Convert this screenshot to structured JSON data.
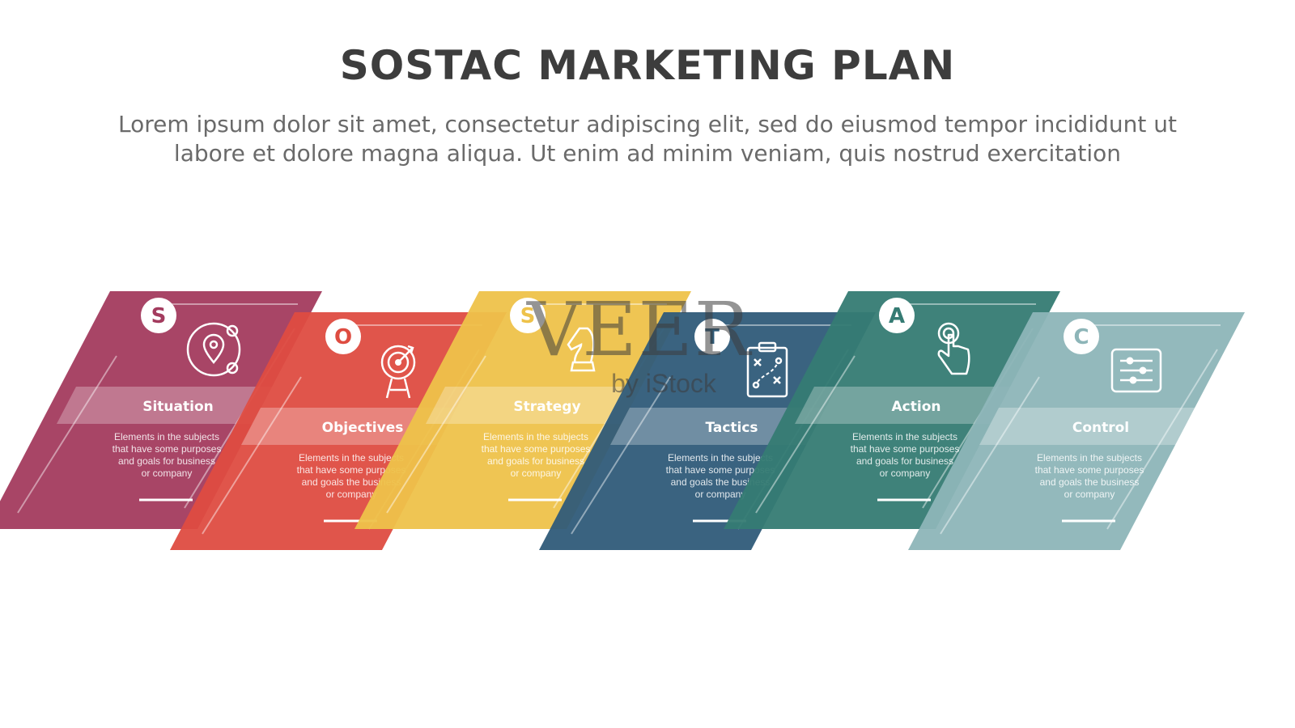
{
  "header": {
    "title": "SOSTAC MARKETING PLAN",
    "subtitle": "Lorem ipsum dolor sit amet, consectetur adipiscing elit, sed do eiusmod tempor incididunt ut labore et dolore magna aliqua. Ut enim ad minim veniam, quis nostrud exercitation"
  },
  "watermark": {
    "main": "VEER",
    "sub": "by iStock"
  },
  "steps": [
    {
      "letter": "S",
      "title": "Situation",
      "desc": [
        "Elements in the subjects",
        "that have some purposes",
        "and goals for business",
        "or company"
      ],
      "color": "#a33b5e",
      "icon": "location-pin-orbit-icon"
    },
    {
      "letter": "O",
      "title": "Objectives",
      "desc": [
        "Elements in the subjects",
        "that have some purposes",
        "and goals the  business",
        "or company"
      ],
      "color": "#de4c41",
      "icon": "target-arrow-icon"
    },
    {
      "letter": "S",
      "title": "Strategy",
      "desc": [
        "Elements in the subjects",
        "that have some purposes",
        "and goals for business",
        "or company"
      ],
      "color": "#eec24a",
      "icon": "chess-knight-icon"
    },
    {
      "letter": "T",
      "title": "Tactics",
      "desc": [
        "Elements in the subjects",
        "that have some purposes",
        "and goals the  business",
        "or company"
      ],
      "color": "#2f5b79",
      "icon": "clipboard-play-icon"
    },
    {
      "letter": "A",
      "title": "Action",
      "desc": [
        "Elements in the subjects",
        "that have some purposes",
        "and goals for business",
        "or company"
      ],
      "color": "#357b73",
      "icon": "hand-tap-icon"
    },
    {
      "letter": "C",
      "title": "Control",
      "desc": [
        "Elements in the subjects",
        "that have some purposes",
        "and goals the  business",
        "or company"
      ],
      "color": "#8db5b8",
      "icon": "sliders-control-icon"
    }
  ]
}
